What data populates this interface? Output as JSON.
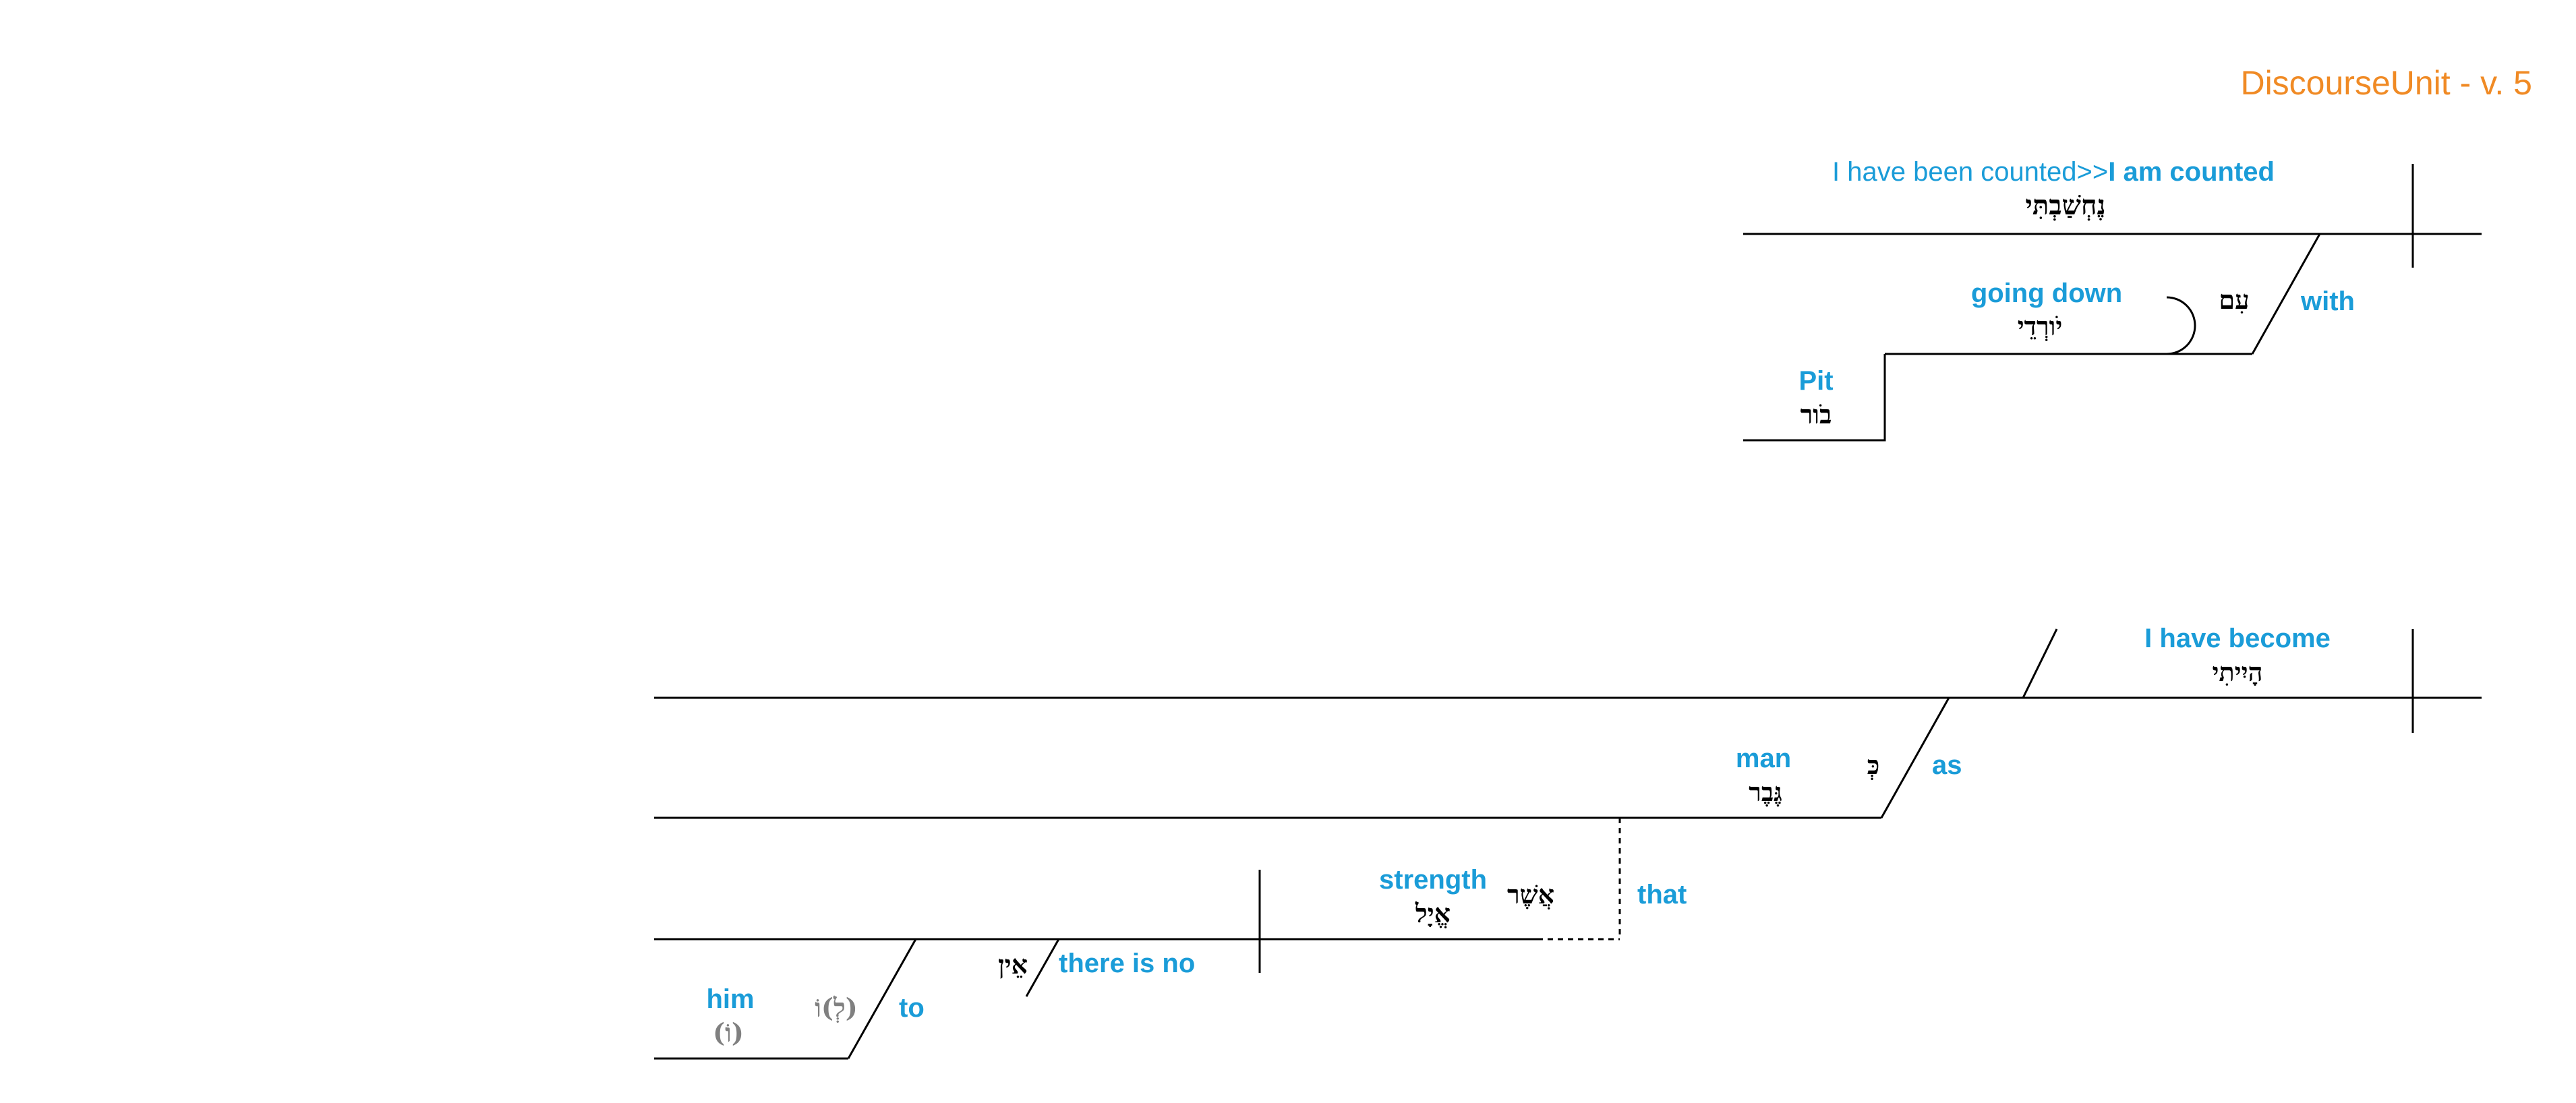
{
  "title": "DiscourseUnit - v. 5",
  "colors": {
    "english": "#1a9cd8",
    "hebrew": "#000000",
    "implied": "#808080",
    "title": "#f08a24"
  },
  "clause1": {
    "verb_gloss_prefix": "I have been counted>>",
    "verb_gloss_bold": "I am counted",
    "verb_hebrew": "נֶחְשַׁבְתִּי",
    "prep_gloss": "with",
    "prep_hebrew": "עִם",
    "participle_gloss": "going down",
    "participle_hebrew": "יֹורְדֵי",
    "object_gloss": "Pit",
    "object_hebrew": "בֹור"
  },
  "clause2": {
    "verb_gloss": "I have become",
    "verb_hebrew": "הָיִיתִי",
    "prep_gloss": "as",
    "prep_hebrew": "כְּ",
    "noun_gloss": "man",
    "noun_hebrew": "גֶּבֶר",
    "rel_gloss": "that",
    "rel_hebrew": "אֲשֶׁר",
    "strength_gloss": "strength",
    "strength_hebrew": "אֱיָל",
    "neg_gloss": "there is no",
    "neg_hebrew": "אֵין",
    "to_gloss": "to",
    "to_hebrew": "(לְ)וֹ",
    "him_gloss": "him",
    "him_hebrew": "(וֹ)"
  }
}
